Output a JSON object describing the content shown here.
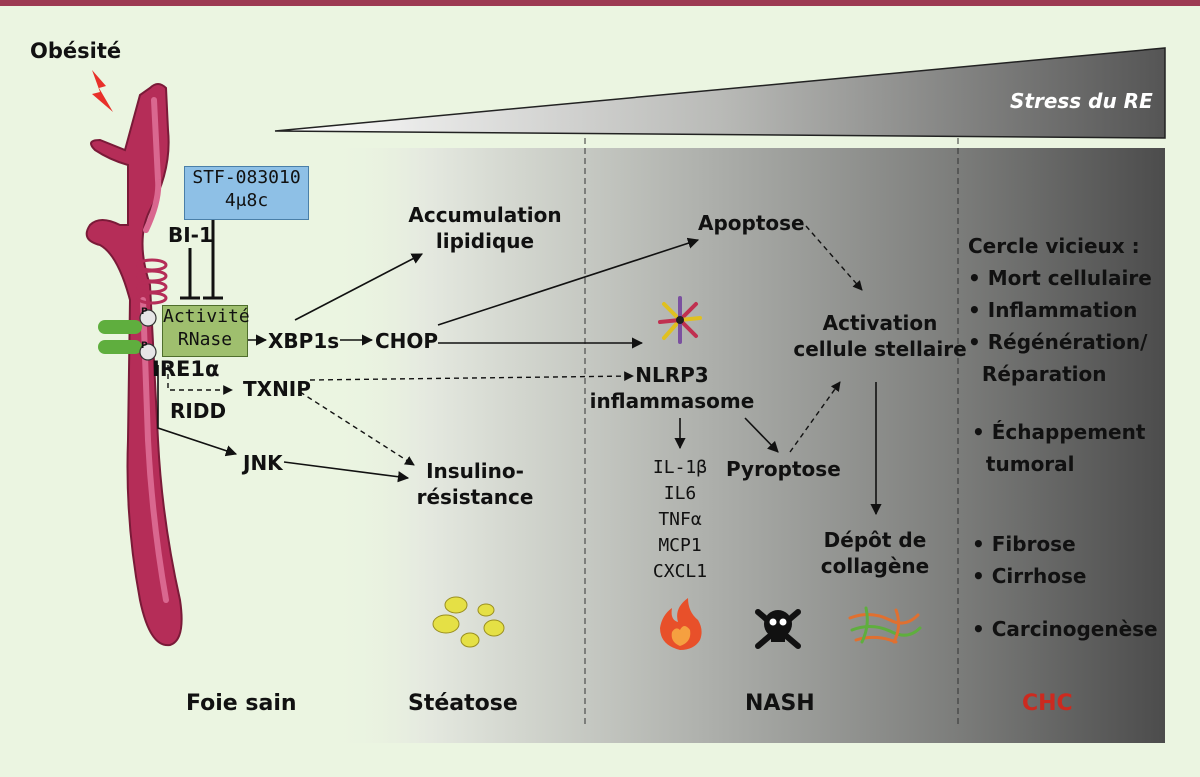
{
  "colors": {
    "background": "#ebf5e1",
    "top_bar": "#9c3a52",
    "er_membrane": "#b52d58",
    "er_highlight": "#d9678f",
    "inhibitor_box": "#8ec0e6",
    "rnase_box": "#9fbf6e",
    "ire1_green": "#5fae3e",
    "chc_red": "#cc2a1f",
    "lipid_yellow": "#e5e045",
    "lightning": "#e8302a"
  },
  "labels": {
    "obesity": "Obésité",
    "er_stress": "Stress du RE",
    "inhibitor_line1": "STF-083010",
    "inhibitor_line2": "4μ8c",
    "bi1": "BI-1",
    "rnase_line1": "Activité",
    "rnase_line2": "RNase",
    "ire1": "IRE1α",
    "phospho": "P",
    "ridd": "RIDD",
    "xbp1s": "XBP1s",
    "chop": "CHOP",
    "txnip": "TXNIP",
    "jnk": "JNK",
    "accumulation_line1": "Accumulation",
    "accumulation_line2": "lipidique",
    "insulino_line1": "Insulino-",
    "insulino_line2": "résistance",
    "apoptose": "Apoptose",
    "nlrp3_line1": "NLRP3",
    "nlrp3_line2": "inflammasome",
    "activation_line1": "Activation",
    "activation_line2": "cellule stellaire",
    "pyroptose": "Pyroptose",
    "collagene_line1": "Dépôt de",
    "collagene_line2": "collagène"
  },
  "cytokines": [
    "IL-1β",
    "IL6",
    "TNFα",
    "MCP1",
    "CXCL1"
  ],
  "vicious_circle": {
    "title": "Cercle vicieux :",
    "items": [
      "• Mort cellulaire",
      "• Inflammation",
      "• Régénération/",
      "  Réparation"
    ]
  },
  "outcomes": {
    "tumor_line1": "• Échappement",
    "tumor_line2": "  tumoral",
    "fibrose": "• Fibrose",
    "cirrhose": "• Cirrhose",
    "carcinogenese": "• Carcinogenèse"
  },
  "stages": [
    "Foie sain",
    "Stéatose",
    "NASH",
    "CHC"
  ],
  "icons": [
    "lightning-icon",
    "lipid-droplets-icon",
    "inflammasome-icon",
    "fire-icon",
    "skull-crossbones-icon",
    "collagen-fibers-icon"
  ]
}
